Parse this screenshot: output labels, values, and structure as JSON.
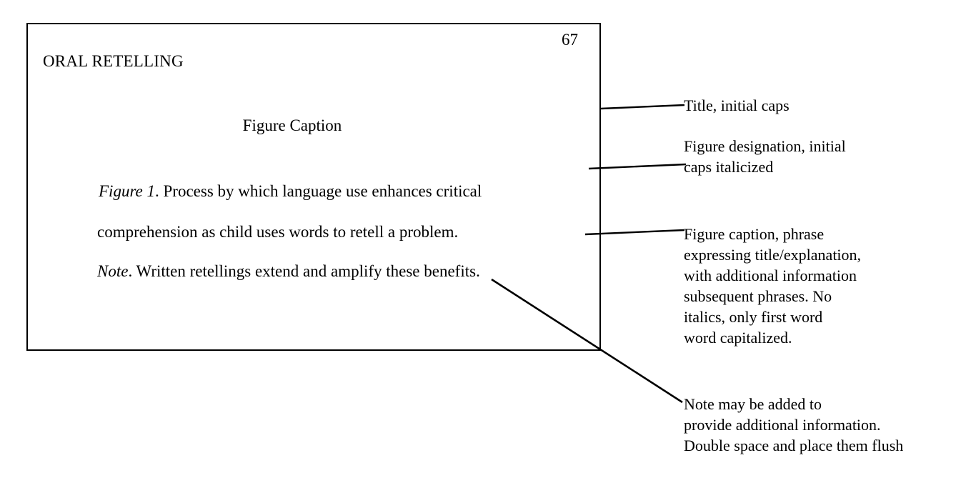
{
  "document": {
    "page_number": "67",
    "running_head": "ORAL RETELLING",
    "figure_caption_heading": "Figure Caption",
    "body": {
      "line1_italic": "Figure 1",
      "line1_rest": ".  Process by which language use enhances critical",
      "line2": "comprehension as child uses words to retell a problem.",
      "line3_italic": "Note",
      "line3_rest": ".  Written retellings extend and amplify these benefits."
    }
  },
  "annotations": {
    "title": "Title, initial caps",
    "designation": "Figure designation, initial\ncaps italicized",
    "caption": "Figure caption, phrase\nexpressing title/explanation,\nwith additional information\nsubsequent phrases.  No\nitalics, only first word\nword capitalized.",
    "note": "Note may be added to\nprovide additional information.\nDouble space and place them flush"
  },
  "style": {
    "ink": "#000000",
    "paper": "#ffffff"
  }
}
